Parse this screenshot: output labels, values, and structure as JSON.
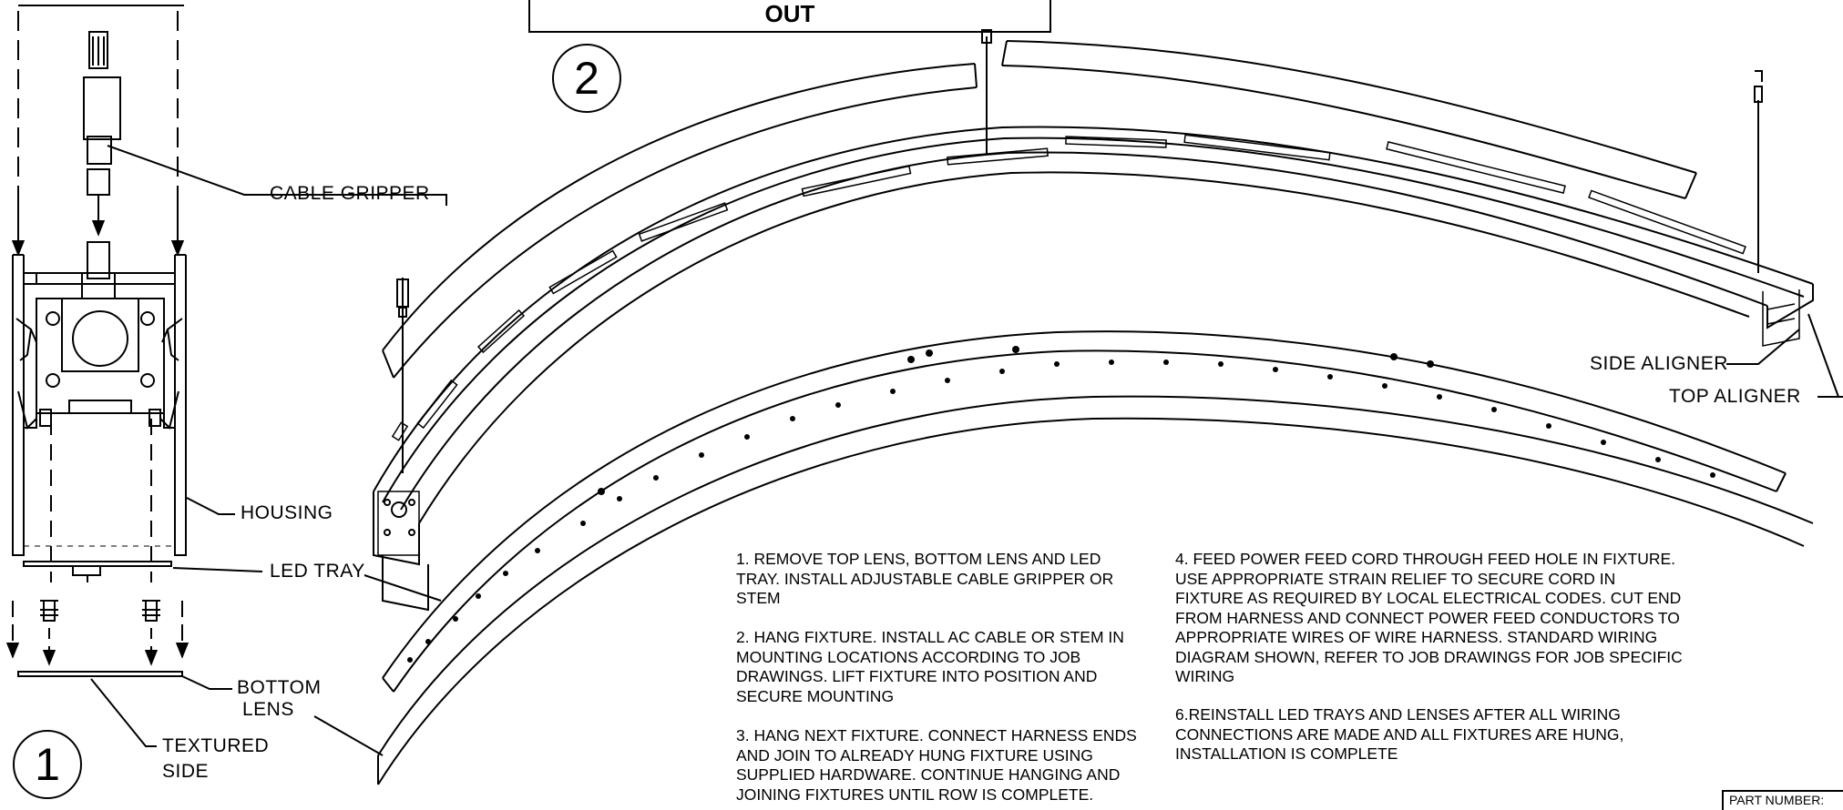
{
  "header": {
    "out_label": "OUT"
  },
  "steps": {
    "step1": "1",
    "step2": "2"
  },
  "labels": {
    "cable_gripper": "CABLE GRIPPER",
    "housing": "HOUSING",
    "led_tray": "LED TRAY",
    "bottom_lens_line1": "BOTTOM",
    "bottom_lens_line2": "LENS",
    "textured_line1": "TEXTURED",
    "textured_line2": "SIDE",
    "side_aligner": "SIDE ALIGNER",
    "top_aligner": "TOP ALIGNER"
  },
  "instructions": {
    "note1": "1. REMOVE TOP LENS, BOTTOM LENS AND LED\nTRAY.  INSTALL ADJUSTABLE CABLE GRIPPER OR\nSTEM",
    "note2": "2. HANG FIXTURE.  INSTALL AC CABLE OR STEM  IN\nMOUNTING LOCATIONS ACCORDING TO JOB\nDRAWINGS.  LIFT FIXTURE INTO POSITION AND\nSECURE MOUNTING",
    "note3": "3. HANG NEXT FIXTURE. CONNECT HARNESS ENDS\nAND JOIN TO ALREADY HUNG FIXTURE USING\nSUPPLIED HARDWARE.  CONTINUE HANGING AND\nJOINING FIXTURES UNTIL ROW IS COMPLETE.",
    "note4": "4. FEED POWER FEED CORD THROUGH FEED HOLE IN FIXTURE.\nUSE APPROPRIATE STRAIN RELIEF TO SECURE CORD IN\nFIXTURE AS REQUIRED BY LOCAL ELECTRICAL CODES.  CUT END\nFROM HARNESS AND CONNECT POWER FEED CONDUCTORS TO\nAPPROPRIATE WIRES OF WIRE HARNESS.  STANDARD WIRING\nDIAGRAM SHOWN, REFER TO JOB DRAWINGS FOR JOB SPECIFIC\nWIRING",
    "note6": "6.REINSTALL LED TRAYS AND LENSES AFTER ALL WIRING\nCONNECTIONS ARE MADE AND ALL FIXTURES ARE HUNG,\nINSTALLATION IS COMPLETE"
  },
  "title_block": {
    "part_number_label": "PART NUMBER:"
  }
}
